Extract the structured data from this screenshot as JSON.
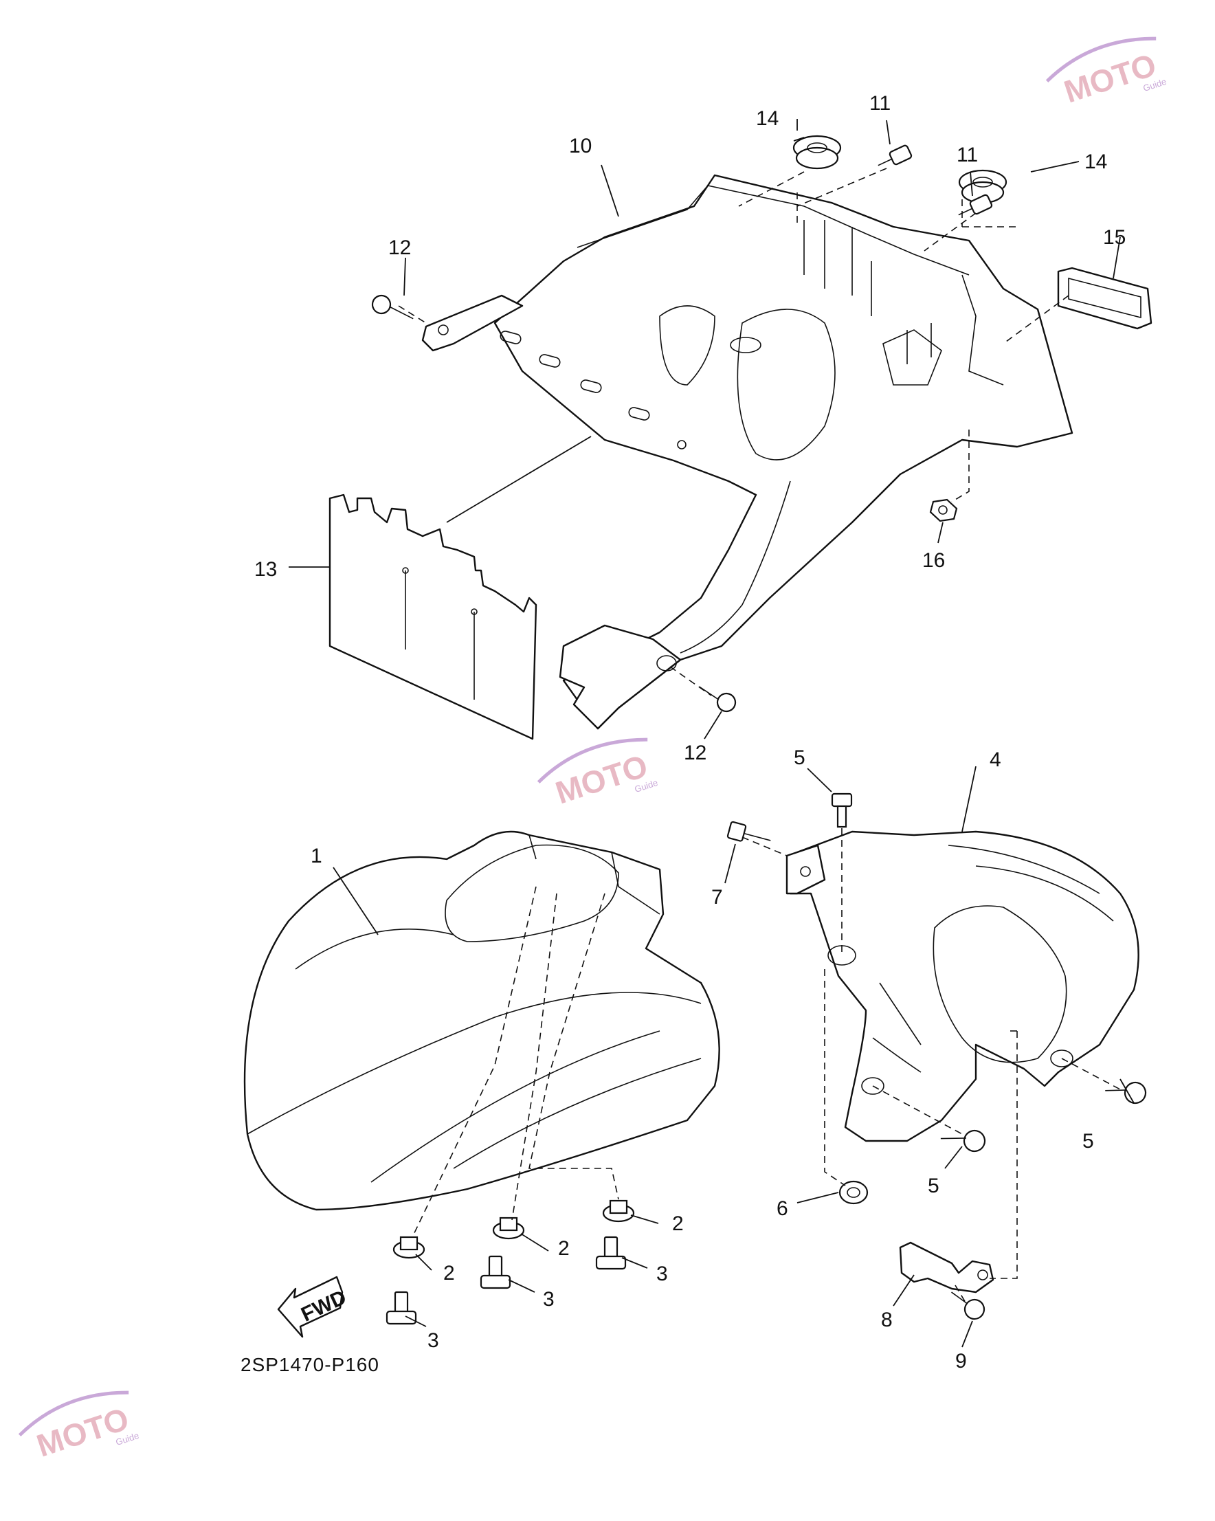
{
  "diagram_code": "2SP1470-P160",
  "direction_label": "FWD",
  "watermark": {
    "text": "MOTO",
    "sub": "Guide"
  },
  "callouts": [
    {
      "id": "c1",
      "text": "1"
    },
    {
      "id": "c2a",
      "text": "2"
    },
    {
      "id": "c2b",
      "text": "2"
    },
    {
      "id": "c2c",
      "text": "2"
    },
    {
      "id": "c3a",
      "text": "3"
    },
    {
      "id": "c3b",
      "text": "3"
    },
    {
      "id": "c3c",
      "text": "3"
    },
    {
      "id": "c4",
      "text": "4"
    },
    {
      "id": "c5a",
      "text": "5"
    },
    {
      "id": "c5b",
      "text": "5"
    },
    {
      "id": "c5c",
      "text": "5"
    },
    {
      "id": "c6",
      "text": "6"
    },
    {
      "id": "c7",
      "text": "7"
    },
    {
      "id": "c8",
      "text": "8"
    },
    {
      "id": "c9",
      "text": "9"
    },
    {
      "id": "c10",
      "text": "10"
    },
    {
      "id": "c11a",
      "text": "11"
    },
    {
      "id": "c11b",
      "text": "11"
    },
    {
      "id": "c12a",
      "text": "12"
    },
    {
      "id": "c12b",
      "text": "12"
    },
    {
      "id": "c13",
      "text": "13"
    },
    {
      "id": "c14a",
      "text": "14"
    },
    {
      "id": "c14b",
      "text": "14"
    },
    {
      "id": "c15",
      "text": "15"
    },
    {
      "id": "c16",
      "text": "16"
    }
  ]
}
